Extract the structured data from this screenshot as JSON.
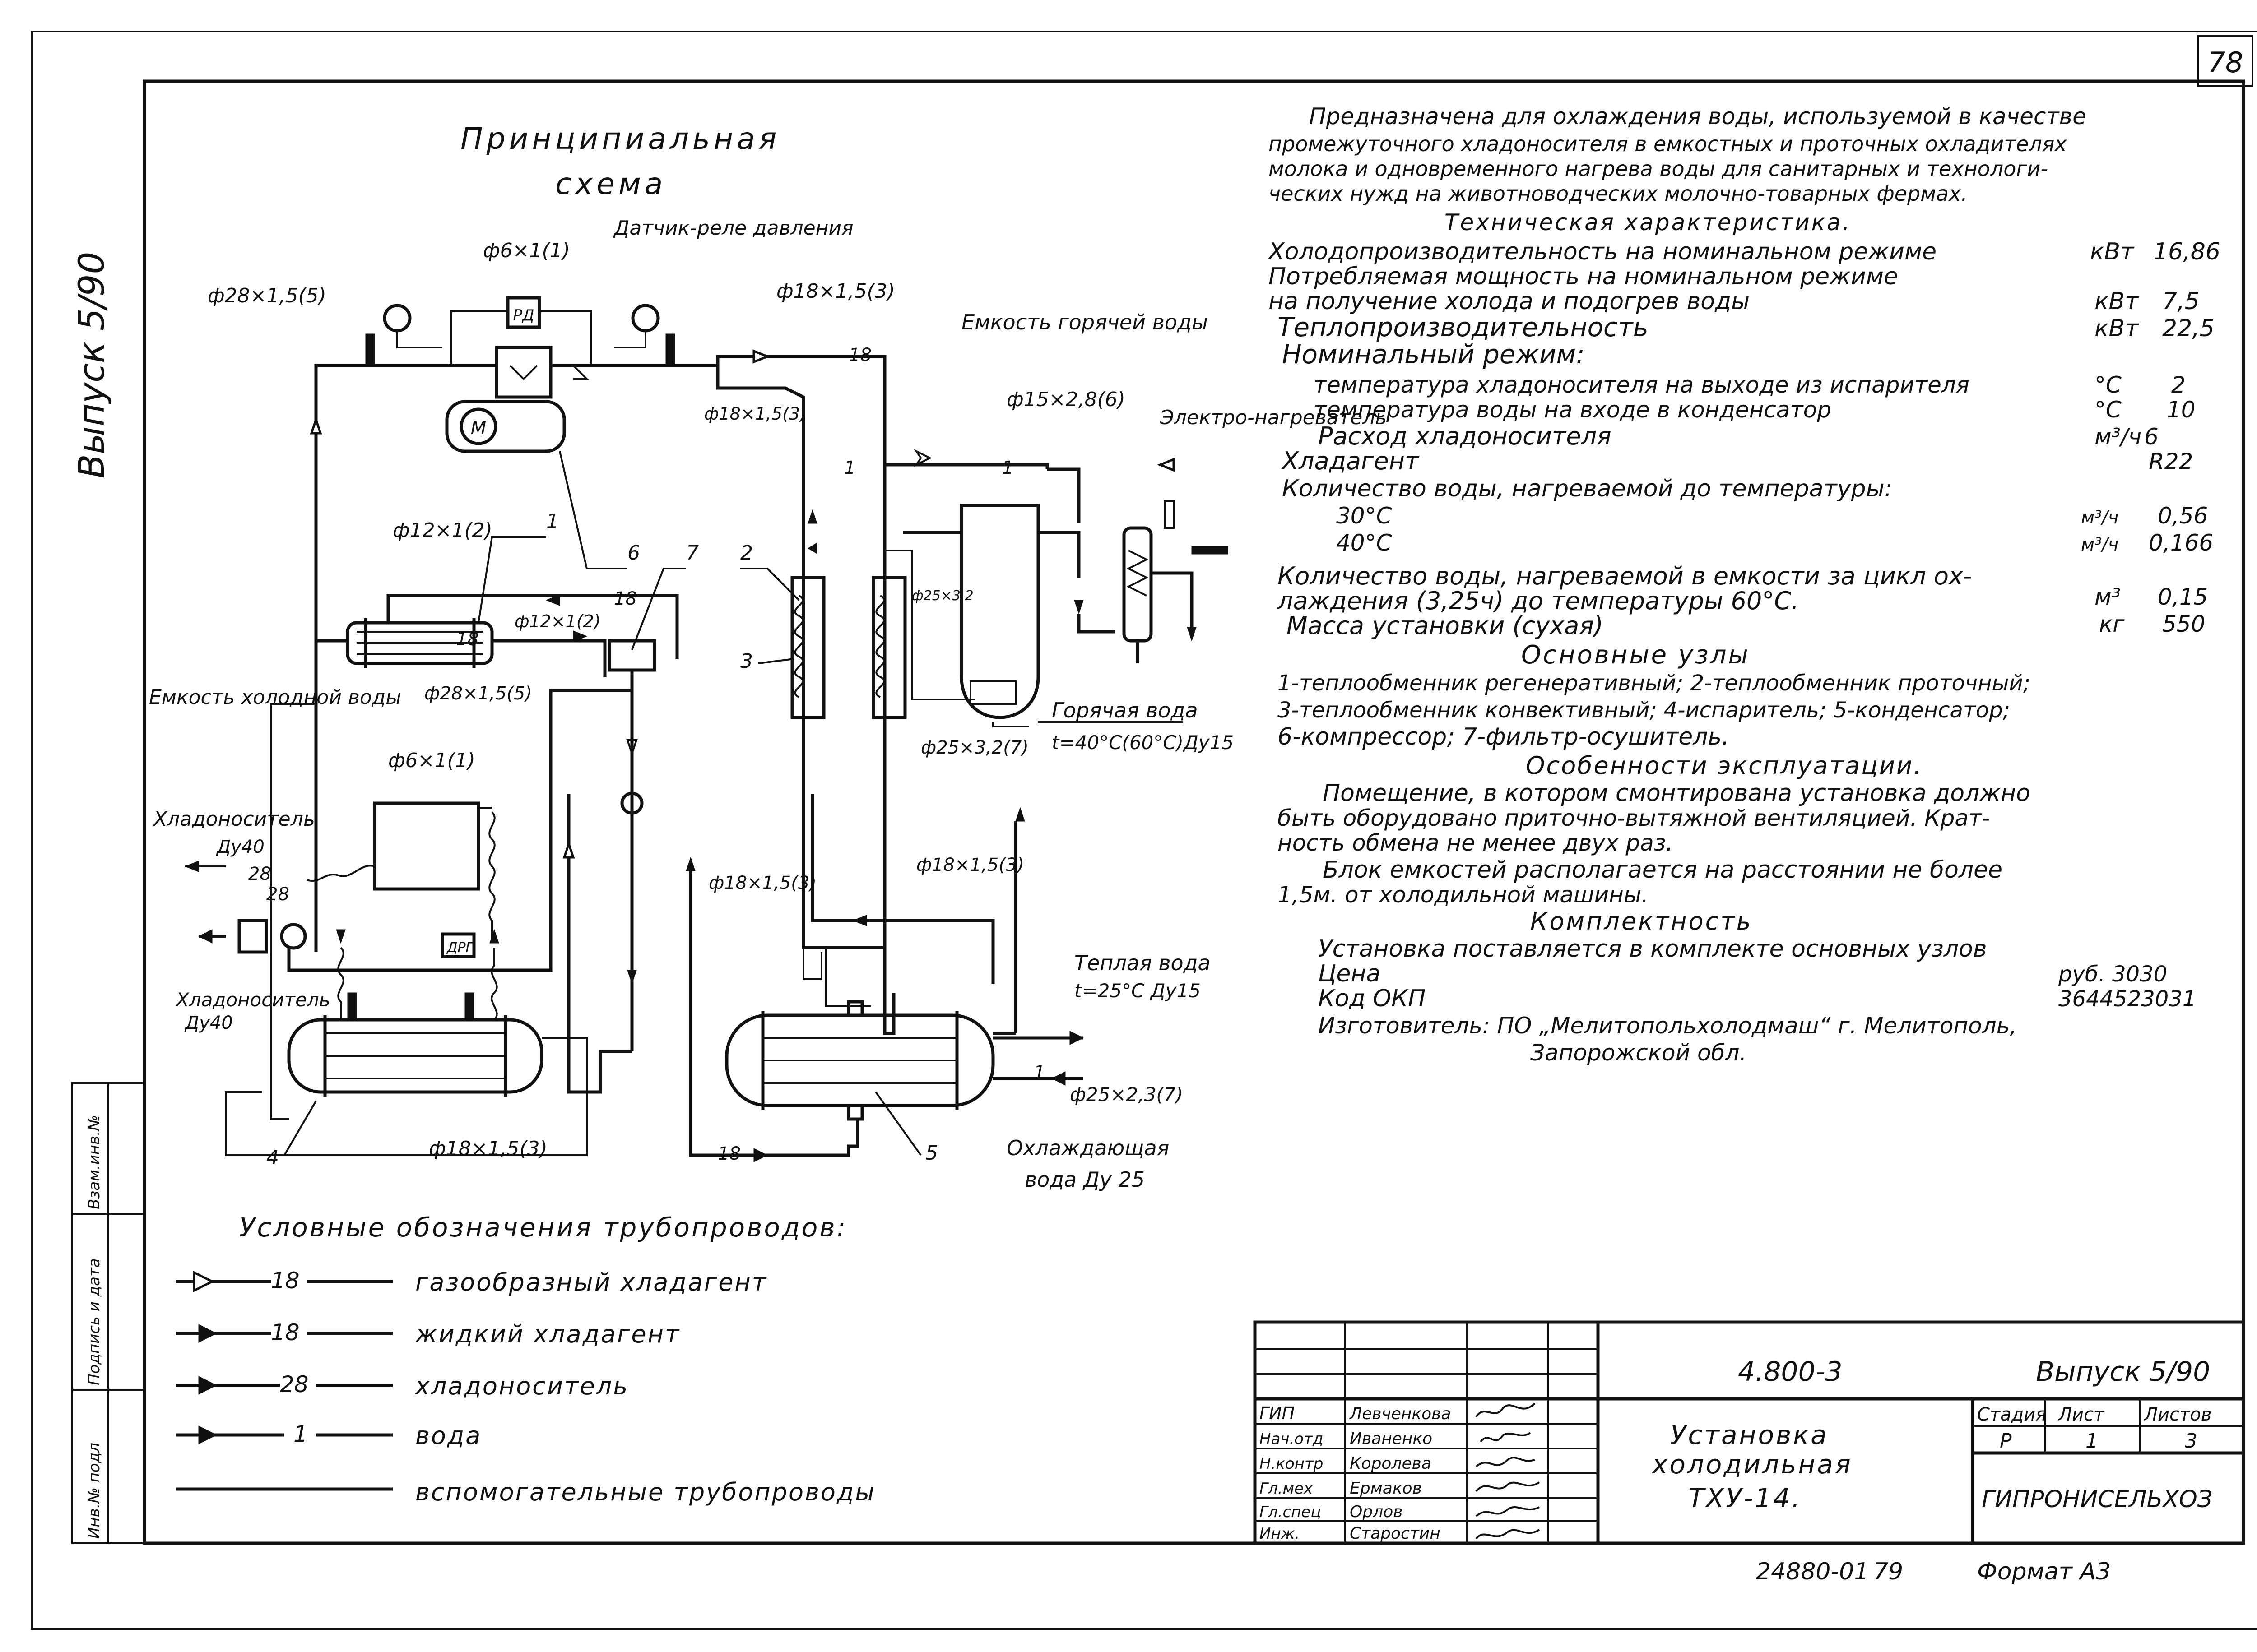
{
  "sheet": {
    "page_number": "78",
    "side_label": "Выпуск 5/90"
  },
  "schema": {
    "title_line1": "Принципиальная",
    "title_line2": "схема",
    "labels": {
      "pressure_relay": "Датчик-реле давления",
      "hot_tank": "Емкость горячей воды",
      "el_heater": "Электро-нагреватель",
      "cold_tank": "Емкость холодной воды",
      "coolant": "Хладоноситель",
      "du40_a": "Ду40",
      "du40_b": "Ду40",
      "hot_water": "Горячая вода",
      "hot_water_spec": "t=40°С(60°С)Ду15",
      "warm_water": "Теплая вода",
      "warm_water_spec": "t=25°С Ду15",
      "cool_water": "Охлаждающая",
      "cool_water_spec": "вода Ду 25",
      "relay_box": "РД",
      "motor": "М",
      "drg": "ДРГ"
    },
    "pipe_specs": {
      "p28_5": "ф28×1,5(5)",
      "p6_1": "ф6×1(1)",
      "p6_1_b": "ф6×1(1)",
      "p18_3a": "ф18×1,5(3)",
      "p18_3b": "ф18×1,5(3)",
      "p18_3c": "ф18×1,5(3)",
      "p18_3d": "ф18×1,5(3)",
      "p18_3e": "ф18×1,5(3)",
      "p15_6": "ф15×2,8(6)",
      "p12_2a": "ф12×1(2)",
      "p12_2b": "ф12×1(2)",
      "p28_5b": "ф28×1,5(5)",
      "p25_7a": "ф25×3,2(7)",
      "p25_7b": "ф25×3,2",
      "p25_7c": "ф25×2,3(7)"
    },
    "line_numbers": {
      "n18": "18",
      "n28": "28",
      "n1": "1"
    },
    "callouts": [
      "1",
      "6",
      "7",
      "2",
      "3",
      "4",
      "5"
    ]
  },
  "legend": {
    "title": "Условные обозначения трубопроводов:",
    "items": [
      {
        "code": "18",
        "label": "газообразный хладагент"
      },
      {
        "code": "18",
        "label": "жидкий хладагент"
      },
      {
        "code": "28",
        "label": "хладоноситель"
      },
      {
        "code": "1",
        "label": "вода"
      },
      {
        "code": "",
        "label": "вспомогательные трубопроводы"
      }
    ]
  },
  "description": {
    "intro": [
      "Предназначена для охлаждения воды, используемой в качестве",
      "промежуточного хладоносителя в емкостных и проточных охладителях",
      "молока и одновременного нагрева воды для санитарных и технологи-",
      "ческих нужд на животноводческих молочно-товарных фермах."
    ],
    "tech_title": "Техническая характеристика.",
    "specs": [
      {
        "label": "Холодопроизводительность на номинальном режиме",
        "unit": "кВт",
        "value": "16,86"
      },
      {
        "label": "Потребляемая мощность на номинальном режиме",
        "unit": "",
        "value": ""
      },
      {
        "label": "на получение холода и подогрев воды",
        "unit": "кВт",
        "value": "7,5"
      },
      {
        "label": "Теплопроизводительность",
        "unit": "кВт",
        "value": "22,5"
      },
      {
        "label": "Номинальный режим:",
        "unit": "",
        "value": ""
      },
      {
        "label": "температура хладоносителя на выходе из испарителя",
        "unit": "°С",
        "value": "2"
      },
      {
        "label": "температура воды на входе в конденсатор",
        "unit": "°С",
        "value": "10"
      },
      {
        "label": "Расход хладоносителя",
        "unit": "м³/ч",
        "value": "6"
      },
      {
        "label": "Хладагент",
        "unit": "",
        "value": "R22"
      },
      {
        "label": "Количество воды, нагреваемой до температуры:",
        "unit": "",
        "value": ""
      },
      {
        "label": "30°С",
        "unit": "м³/ч",
        "value": "0,56"
      },
      {
        "label": "40°С",
        "unit": "м³/ч",
        "value": "0,166"
      },
      {
        "label": "Количество воды, нагреваемой в емкости за цикл ох-",
        "unit": "",
        "value": ""
      },
      {
        "label": "лаждения (3,25ч) до температуры 60°С.",
        "unit": "м³",
        "value": "0,15"
      },
      {
        "label": "Масса установки (сухая)",
        "unit": "кг",
        "value": "550"
      }
    ],
    "nodes_title": "Основные узлы",
    "nodes": [
      "1-теплообменник регенеративный; 2-теплообменник проточный;",
      "3-теплообменник конвективный; 4-испаритель; 5-конденсатор;",
      "6-компрессор; 7-фильтр-осушитель."
    ],
    "ops_title": "Особенности эксплуатации.",
    "ops": [
      "Помещение, в котором смонтирована установка должно",
      "быть оборудовано приточно-вытяжной вентиляцией. Крат-",
      "ность обмена не менее двух раз.",
      "Блок емкостей располагается на расстоянии не более",
      "1,5м. от холодильной машины."
    ],
    "kit_title": "Комплектность",
    "kit": "Установка поставляется в комплекте основных узлов",
    "price_label": "Цена",
    "price_value": "руб. 3030",
    "okp_label": "Код ОКП",
    "okp_value": "3644523031",
    "maker_1": "Изготовитель: ПО „Мелитопольхолодмаш“ г. Мелитополь,",
    "maker_2": "Запорожской обл."
  },
  "stamp": {
    "doc_code": "4.800-3",
    "issue": "Выпуск 5/90",
    "title_1": "Установка",
    "title_2": "холодильная",
    "title_3": "ТХУ-14.",
    "stage_header": "Стадия",
    "sheet_header": "Лист",
    "sheets_header": "Листов",
    "stage": "Р",
    "sheet": "1",
    "sheets": "3",
    "org": "ГИПРОНИСЕЛЬХОЗ",
    "people": [
      {
        "role": "ГИП",
        "name": "Левченкова"
      },
      {
        "role": "Нач.отд",
        "name": "Иваненко"
      },
      {
        "role": "Н.контр",
        "name": "Королева"
      },
      {
        "role": "Гл.мех",
        "name": "Ермаков"
      },
      {
        "role": "Гл.спец",
        "name": "Орлов"
      },
      {
        "role": "Инж.",
        "name": "Старостин"
      }
    ],
    "bottom_code": "24880-01",
    "bottom_num": "79",
    "format": "Формат А3"
  },
  "left_strip": [
    "Инв.№ подл",
    "Подпись и дата",
    "Взам.инв.№"
  ],
  "colors": {
    "ink": "#111111",
    "paper": "#ffffff"
  }
}
